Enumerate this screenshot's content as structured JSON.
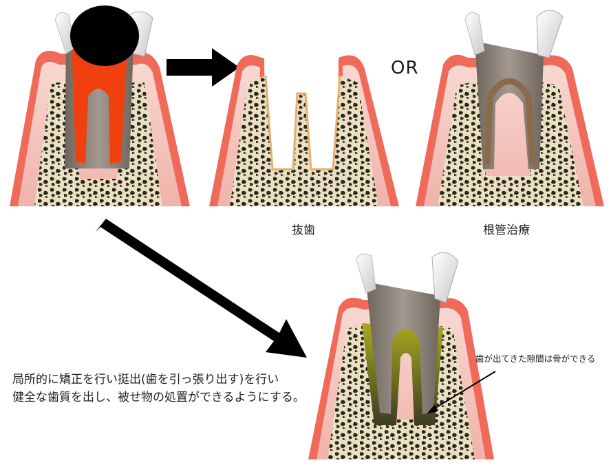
{
  "labels": {
    "or": "OR",
    "extraction": "抜歯",
    "root_canal": "根管治療",
    "bone_forms": "歯が出てきた隙間は骨ができる",
    "description_line1": "局所的に矯正を行い挺出(歯を引っ張り出す)を行い",
    "description_line2": "健全な歯質を出し、被せ物の処置ができるようにする。"
  },
  "colors": {
    "gum_outer": "#f06a5a",
    "gum_inner": "#f6cfc8",
    "bone_base": "#e9dfc3",
    "bone_spots": "#2b2418",
    "root_gray": "#8a8078",
    "infection": "#f04010",
    "decay_black": "#000000",
    "new_bone": "#9a9a20",
    "arrow": "#000000"
  }
}
